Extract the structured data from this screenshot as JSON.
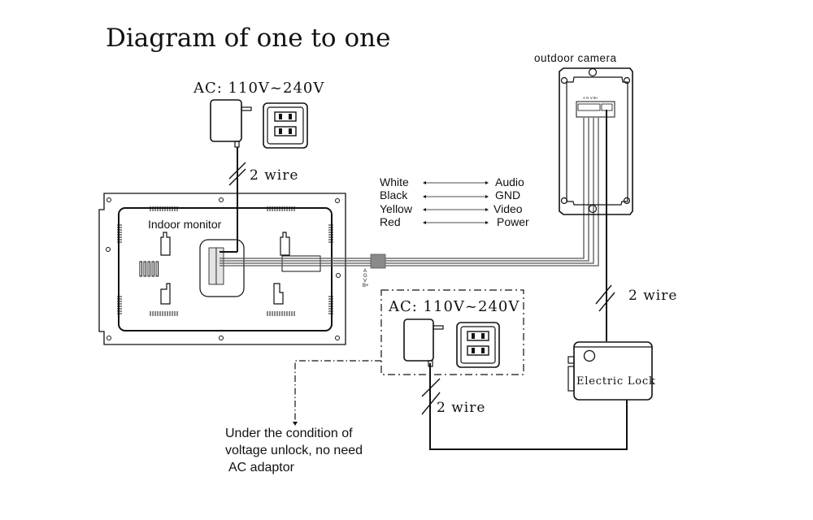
{
  "title": "Diagram of one to one",
  "power_top": {
    "label": "AC: 110V~240V",
    "wire_label": "2 wire"
  },
  "indoor_monitor": {
    "label": "Indoor monitor",
    "pin_labels": [
      "A",
      "G",
      "V",
      "B+"
    ]
  },
  "outdoor_camera": {
    "label": "outdoor camera",
    "pin_labels": "A G V B+"
  },
  "wire_legend": [
    {
      "color_name": "White",
      "signal": "Audio"
    },
    {
      "color_name": "Black",
      "signal": "GND"
    },
    {
      "color_name": "Yellow",
      "signal": "Video"
    },
    {
      "color_name": "Red",
      "signal": "Power"
    }
  ],
  "power_lock": {
    "label": "AC: 110V~240V",
    "wire_label": "2 wire"
  },
  "lock_wire_label": "2 wire",
  "electric_lock": {
    "label": "Electric Lock"
  },
  "note": {
    "line1": "Under the condition of",
    "line2": "voltage unlock, no need",
    "line3": "AC adaptor"
  },
  "colors": {
    "line": "#111111",
    "background": "#ffffff",
    "connector": "#888888"
  }
}
